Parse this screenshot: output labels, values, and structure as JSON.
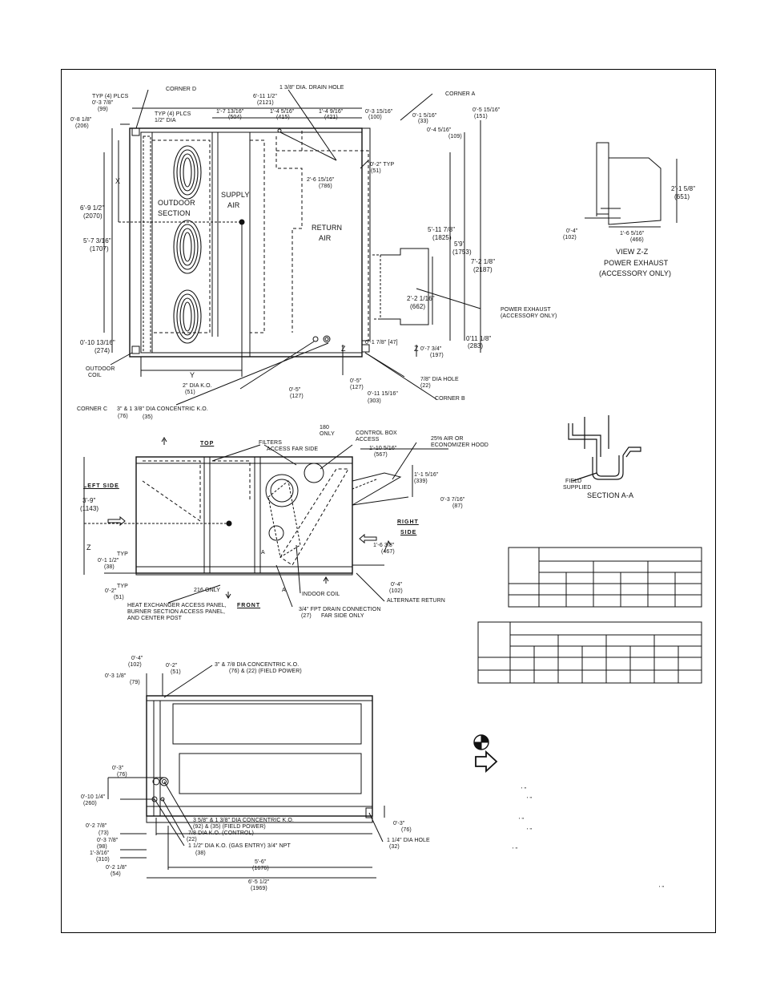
{
  "top_view": {
    "corner_d": "CORNER D",
    "corner_a": "CORNER A",
    "corner_b": "CORNER B",
    "corner_c": "CORNER C",
    "drain_hole": "1 3/8\" DIA. DRAIN HOLE",
    "typ4": "TYP (4) PLCS",
    "typ4b": "TYP (4) PLCS",
    "half_dia": "1/2\" DIA",
    "d_0_3_7_8": "0'-3 7/8\"",
    "m_99": "(99)",
    "d_6_11_1_2": "6'-11 1/2\"",
    "m_2121": "(2121)",
    "d_1_7_13_16": "1'-7 13/16\"",
    "m_504": "(504)",
    "d_1_4_5_16": "1'-4 5/16\"",
    "m_415": "(415)",
    "d_1_4_9_16": "1'-4 9/16\"",
    "m_421": "(421)",
    "d_0_3_15_16": "0'-3 15/16\"",
    "m_100": "(100)",
    "d_0_1_5_16": "0'-1 5/16\"",
    "m_33": "(33)",
    "d_0_5_15_16": "0'-5 15/16\"",
    "m_151": "(151)",
    "d_0_4_5_16": "0'-4 5/16\"",
    "m_109": "(109)",
    "d_0_8_1_8": "0'-8 1/8\"",
    "m_206": "(206)",
    "x": "X",
    "outdoor": "OUTDOOR",
    "section": "SECTION",
    "supply": "SUPPLY",
    "air": "AIR",
    "return": "RETURN",
    "return_air": "AIR",
    "d_0_2_typ": "0'-2\" TYP",
    "m_51a": "(51)",
    "d_2_6_15_16": "2'-6 15/16\"",
    "m_786": "(786)",
    "d_6_9_1_2": "6'-9 1/2\"",
    "m_2070": "(2070)",
    "d_5_7_3_16": "5'-7 3/16\"",
    "m_1707": "(1707)",
    "d_5_11_7_8": "5'-11 7/8\"",
    "m_1825": "(1825)",
    "d_5_9": "5'9\"",
    "m_1753": "(1753)",
    "d_7_2_1_8": "7'-2 1/8\"",
    "m_2187": "(2187)",
    "d_2_2_1_16": "2'-2 1/16\"",
    "m_662": "(662)",
    "power_exhaust": "POWER EXHAUST",
    "accessory_only": "(ACCESSORY ONLY)",
    "d_0_10_13_16": "0'-10 13/16\"",
    "m_274": "(274)",
    "d_0_1_7_8": "0'-1 7/8\" [47]",
    "z1": "Z",
    "z2": "Z",
    "d_0_7_3_4": "0'-7 3/4\"",
    "m_197": "(197)",
    "d_0_11_1_8": "0'11 1/8\"",
    "m_283": "(283)",
    "outdoor_coil1": "OUTDOOR",
    "outdoor_coil2": "COIL",
    "y": "Y",
    "two_dia_ko": "2\" DIA K.O.",
    "m_51b": "(51)",
    "d_0_5a": "0'-5\"",
    "m_127a": "(127)",
    "d_0_5b": "0'-5\"",
    "m_127b": "(127)",
    "d_0_11_15_16": "0'-11 15/16\"",
    "m_303": "(303)",
    "seven_eighth_hole": "7/8\" DIA HOLE",
    "m_22": "(22)",
    "concentric": "3\" & 1 3/8\" DIA CONCENTRIC K.O.",
    "m_76": "(76)",
    "m_35": "(35)"
  },
  "view_zz": {
    "d_2_1_5_8": "2'-1 5/8\"",
    "m_651": "(651)",
    "d_0_4": "0'-4\"",
    "m_102": "(102)",
    "d_1_6_5_16": "1'-6 5/16\"",
    "m_466": "(466)",
    "title": "VIEW Z-Z",
    "sub1": "POWER EXHAUST",
    "sub2": "(ACCESSORY ONLY)"
  },
  "section_aa": {
    "field1": "FIELD",
    "field2": "SUPPLIED",
    "title": "SECTION A-A"
  },
  "side_view": {
    "top": "TOP",
    "left_side": "LEFT SIDE",
    "right": "RIGHT",
    "side": "SIDE",
    "front": "FRONT",
    "filters1": "FILTERS",
    "filters2": "ACCESS FAR SIDE",
    "n180": "180",
    "only": "ONLY",
    "control_box": "CONTROL BOX",
    "access": "ACCESS",
    "hood1": "25% AIR OR",
    "hood2": "ECONOMIZER HOOD",
    "d_1_10_5_16": "1'-10 5/16\"",
    "m_567": "(567)",
    "d_1_1_5_16": "1'-1 5/16\"",
    "m_339": "(339)",
    "d_0_3_7_16": "0'-3 7/16\"",
    "m_87": "(87)",
    "d_3_9": "3'-9\"",
    "m_1143": "(1143)",
    "z": "Z",
    "typ": "TYP",
    "d_0_1_1_2": "0'-1 1/2\"",
    "m_38": "(38)",
    "typ2": "TYP",
    "d_0_2": "0'-2\"",
    "m_51": "(51)",
    "d_1_6_3_8": "1'-6 3/8\"",
    "m_467": "(467)",
    "d_0_4": "0'-4\"",
    "m_102": "(102)",
    "a1": "A",
    "a2": "A",
    "n216": "216 ONLY",
    "hx1": "HEAT EXCHANGER ACCESS PANEL,",
    "hx2": "BURNER SECTION ACCESS PANEL,",
    "hx3": "AND CENTER POST",
    "indoor_coil": "INDOOR COIL",
    "drain1": "3/4\" FPT DRAIN CONNECTION",
    "drain2": "FAR SIDE ONLY",
    "m_27": "(27)",
    "alt_return": "ALTERNATE RETURN"
  },
  "front_view": {
    "d_0_4": "0'-4\"",
    "m_102": "(102)",
    "d_0_2": "0'-2\"",
    "m_51": "(51)",
    "d_0_3_1_8": "0'-3 1/8\"",
    "m_79": "(79)",
    "ko_power1": "3\" & 7/8 DIA CONCENTRIC K.O.",
    "ko_power2": "(76) & (22) (FIELD POWER)",
    "d_0_3": "0'-3\"",
    "m_76": "(76)",
    "d_0_10_1_4": "0'-10 1/4\"",
    "m_260": "(260)",
    "d_0_2_7_8": "0'-2 7/8\"",
    "m_73": "(73)",
    "d_0_3_7_8": "0'-3 7/8\"",
    "m_98": "(98)",
    "d_1_3_16": "1'-3/16\"",
    "m_310": "(310)",
    "d_0_2_1_8": "0'-2 1/8\"",
    "m_54": "(54)",
    "ko_field1": "3 5/8\" & 1 3/8\" DIA CONCENTRIC K.O.",
    "ko_field2": "(92) & (35) (FIELD POWER)",
    "control1": "7/8 DIA K.O. (CONTROL)",
    "m_22": "(22)",
    "gas1": "1 1/2\" DIA K.O. (GAS ENTRY) 3/4\" NPT",
    "m_38": "(38)",
    "d_0_3r": "0'-3\"",
    "m_76r": "(76)",
    "hole": "1 1/4\" DIA HOLE",
    "m_32": "(32)",
    "d_5_6": "5'-6\"",
    "m_1676": "(1676)",
    "d_6_5_1_2": "6'-5 1/2\"",
    "m_1969": "(1969)"
  },
  "legend_marks": [
    "' \"",
    "' \"",
    "' \"",
    "' \"",
    "' \"",
    "' \""
  ]
}
